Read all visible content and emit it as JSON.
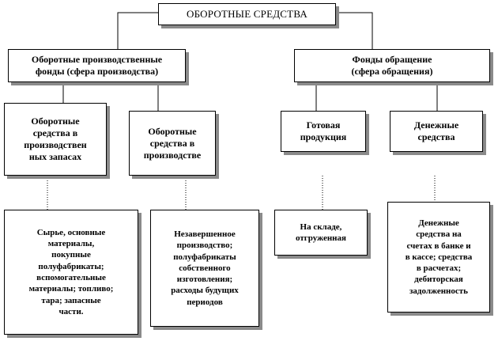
{
  "diagram": {
    "root": {
      "label": "ОБОРОТНЫЕ СРЕДСТВА"
    },
    "categories": [
      {
        "label": "Оборотные производственные\nфонды (сфера производства)",
        "groups": [
          {
            "label": "Оборотные\nсредства в\nпроизводствен\nных запасах",
            "detail": "Сырье, основные\nматериалы,\nпокупные\nполуфабрикаты;\nвспомогательные\nматериалы; топливо;\nтара; запасные\nчасти."
          },
          {
            "label": "Оборотные\nсредства в\nпроизводстве",
            "detail": "Незавершенное\nпроизводство;\nполуфабрикаты\nсобственного\nизготовления;\nрасходы будущих\nпериодов"
          }
        ]
      },
      {
        "label": "Фонды обращение\n(сфера обращения)",
        "groups": [
          {
            "label": "Готовая\nпродукция",
            "detail": "На складе,\nотгруженная"
          },
          {
            "label": "Денежные\nсредства",
            "detail": "Денежные\nсредства на\nсчетах в банке и\nв кассе; средства\nв расчетах;\nдебиторская\nзадолженность"
          }
        ]
      }
    ]
  },
  "colors": {
    "border": "#000000",
    "shadow": "#8a8a8a",
    "connector": "#000000",
    "background": "#ffffff"
  }
}
